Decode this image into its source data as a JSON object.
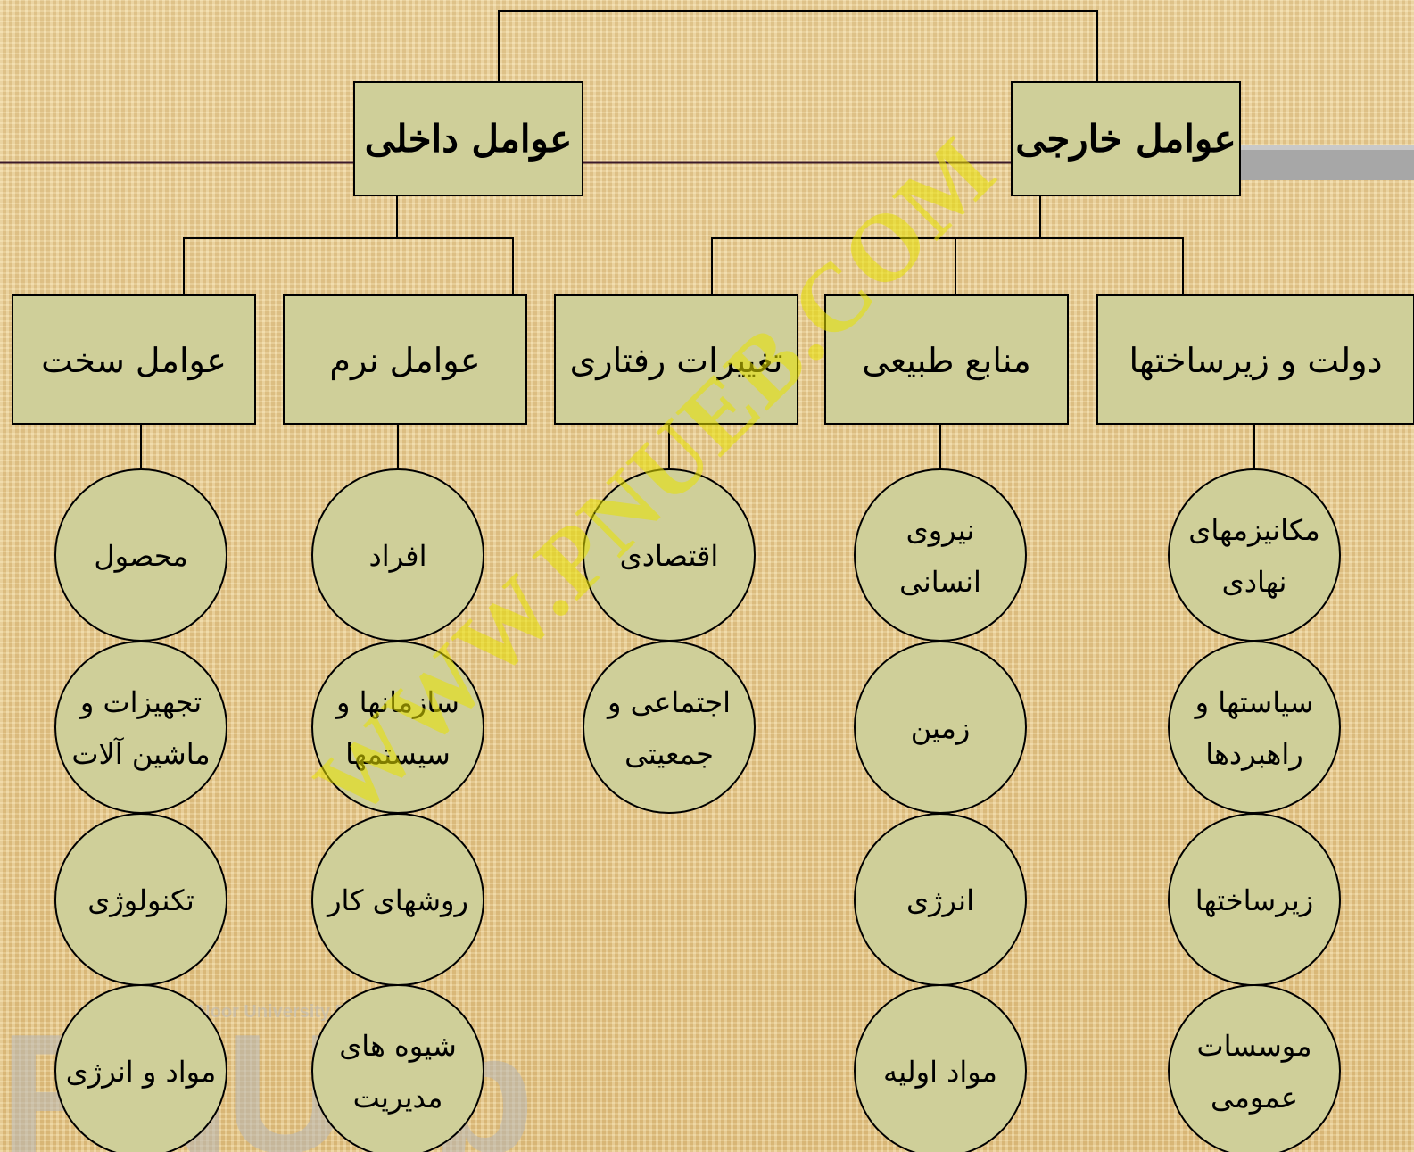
{
  "root": {
    "internal": "عوامل داخلی",
    "external": "عوامل خارجی"
  },
  "categories": [
    {
      "id": "hard",
      "label": "عوامل سخت",
      "items": [
        [
          "محصول"
        ],
        [
          "تجهیزات و",
          "ماشین آلات"
        ],
        [
          "تکنولوژی"
        ],
        [
          "مواد و انرژی"
        ]
      ]
    },
    {
      "id": "soft",
      "label": "عوامل نرم",
      "items": [
        [
          "افراد"
        ],
        [
          "سازمانها و",
          "سیستمها"
        ],
        [
          "روشهای کار"
        ],
        [
          "شیوه های",
          "مدیریت"
        ]
      ]
    },
    {
      "id": "behavioral",
      "label": "تغییرات رفتاری",
      "items": [
        [
          "اقتصادی"
        ],
        [
          "اجتماعی و",
          "جمعیتی"
        ]
      ]
    },
    {
      "id": "natural",
      "label": "منابع طبیعی",
      "items": [
        [
          "نیروی",
          "انسانی"
        ],
        [
          "زمین"
        ],
        [
          "انرژی"
        ],
        [
          "مواد اولیه"
        ]
      ]
    },
    {
      "id": "government",
      "label": "دولت و زیرساختها",
      "items": [
        [
          "مکانیزمهای",
          "نهادی"
        ],
        [
          "سیاستها و",
          "راهبردها"
        ],
        [
          "زیرساختها"
        ],
        [
          "موسسات",
          "عمومی"
        ]
      ]
    }
  ],
  "watermark": {
    "diagonal": "WWW.PNUEB.COM",
    "logo": "PNUeb",
    "logo_caption": "Payame Noor University Ebook"
  },
  "colors": {
    "box_fill": "#cfcf99",
    "stroke": "#000000",
    "band_line": "#3b1a2a",
    "band_gray": "#a7a7a7",
    "watermark_yellow": "#e8e200"
  }
}
